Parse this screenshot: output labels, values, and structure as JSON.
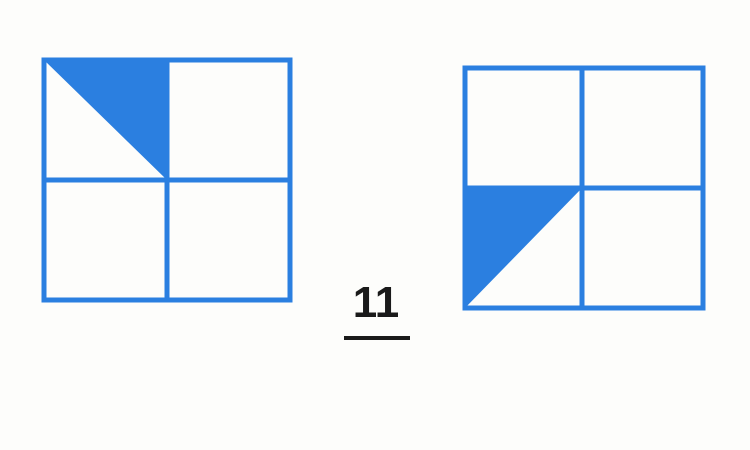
{
  "figure": {
    "number": "11"
  },
  "colors": {
    "accent": "#2b7fe0",
    "ink": "#1a1a1a",
    "paper": "#fdfdfb"
  },
  "grids": [
    {
      "rows": 2,
      "cols": 2,
      "shaded": {
        "cell_row": 0,
        "cell_col": 0,
        "triangle": "upper-right"
      }
    },
    {
      "rows": 2,
      "cols": 2,
      "shaded": {
        "cell_row": 1,
        "cell_col": 0,
        "triangle": "upper-left"
      }
    }
  ]
}
